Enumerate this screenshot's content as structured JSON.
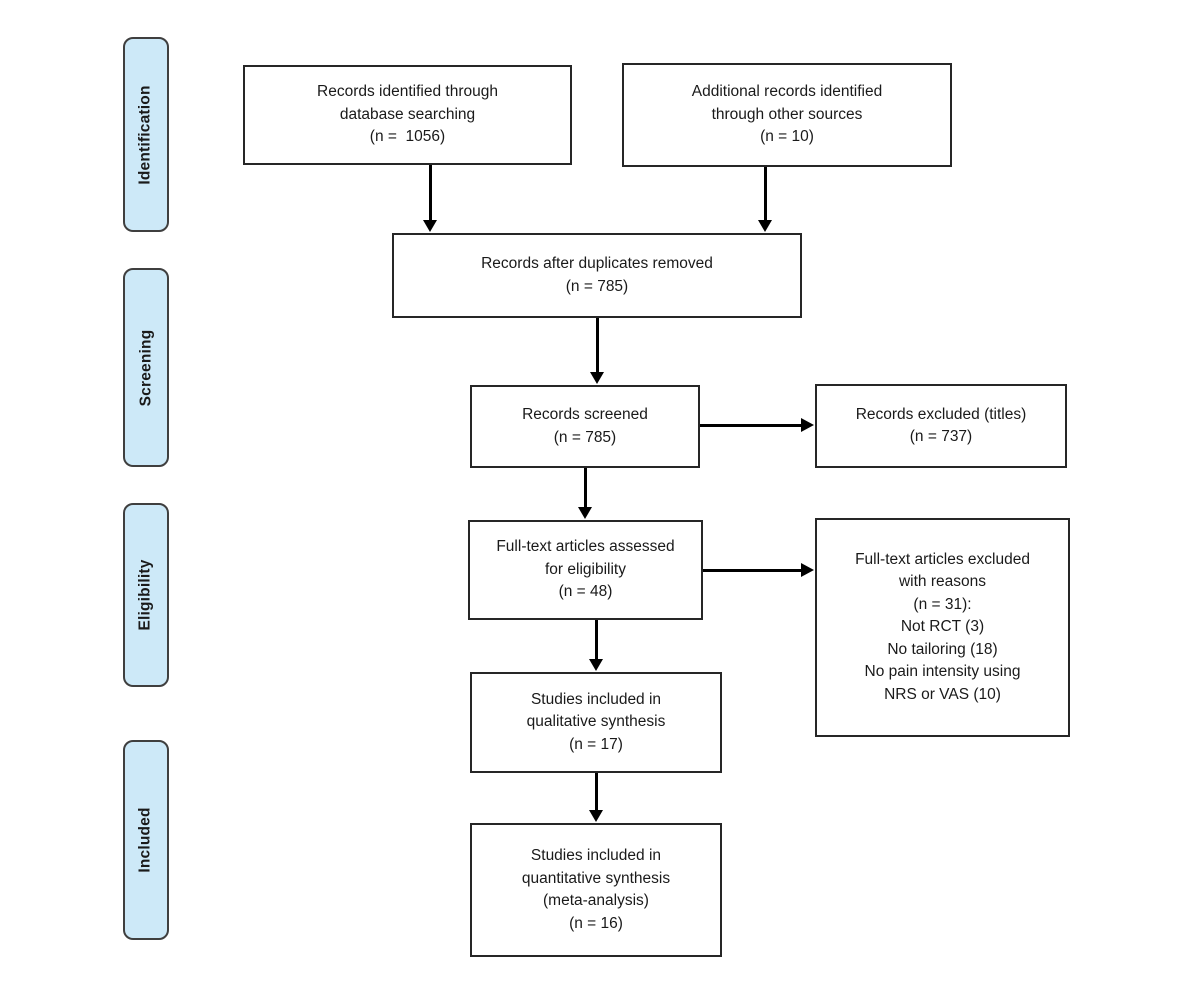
{
  "colors": {
    "stage_fill": "#cde9f8",
    "stage_border": "#3f3f3f",
    "box_border": "#262626",
    "arrow": "#000000",
    "text": "#1a1a1a",
    "background": "#ffffff"
  },
  "stages": [
    {
      "label": "Identification"
    },
    {
      "label": "Screening"
    },
    {
      "label": "Eligibility"
    },
    {
      "label": "Included"
    }
  ],
  "boxes": [
    {
      "id": "records-identified",
      "text": "Records identified through\ndatabase searching\n(n =  1056)"
    },
    {
      "id": "additional-records",
      "text": "Additional records identified\nthrough other sources\n(n = 10)"
    },
    {
      "id": "duplicates-removed",
      "text": "Records after duplicates removed\n(n = 785)"
    },
    {
      "id": "records-screened",
      "text": "Records screened\n(n = 785)"
    },
    {
      "id": "records-excluded-titles",
      "text": "Records excluded (titles)\n(n = 737)"
    },
    {
      "id": "fulltext-assessed",
      "text": "Full-text articles assessed\nfor eligibility\n(n = 48)"
    },
    {
      "id": "fulltext-excluded",
      "text": "Full-text articles excluded\nwith reasons\n(n = 31):\nNot RCT (3)\nNo tailoring (18)\nNo pain intensity using\nNRS or VAS (10)"
    },
    {
      "id": "qualitative-synthesis",
      "text": "Studies included in\nqualitative synthesis\n(n = 17)"
    },
    {
      "id": "quantitative-synthesis",
      "text": "Studies included in\nquantitative synthesis\n(meta-analysis)\n(n = 16)"
    }
  ]
}
